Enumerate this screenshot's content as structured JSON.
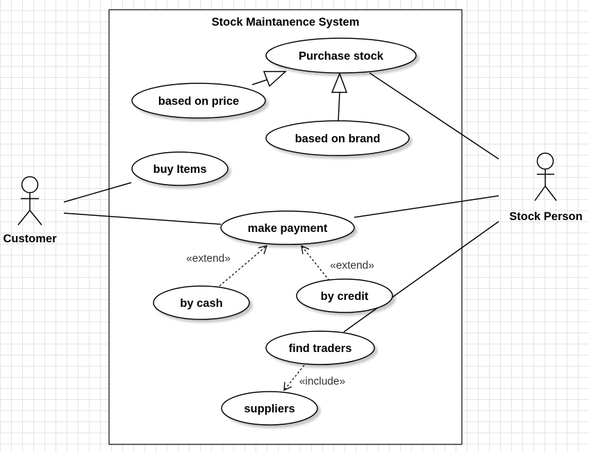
{
  "system": {
    "title": "Stock Maintanence System"
  },
  "actors": {
    "customer": "Customer",
    "stock_person": "Stock Person"
  },
  "use_cases": {
    "purchase_stock": "Purchase stock",
    "based_on_price": "based on price",
    "based_on_brand": "based on brand",
    "buy_items": "buy Items",
    "make_payment": "make payment",
    "by_cash": "by cash",
    "by_credit": "by credit",
    "find_traders": "find traders",
    "suppliers": "suppliers"
  },
  "relations": {
    "extend_cash": "«extend»",
    "extend_credit": "«extend»",
    "include_suppliers": "«include»"
  },
  "colors": {
    "line": "#000000",
    "shadow": "#e0e0e0",
    "grid": "#e4e4e4"
  }
}
